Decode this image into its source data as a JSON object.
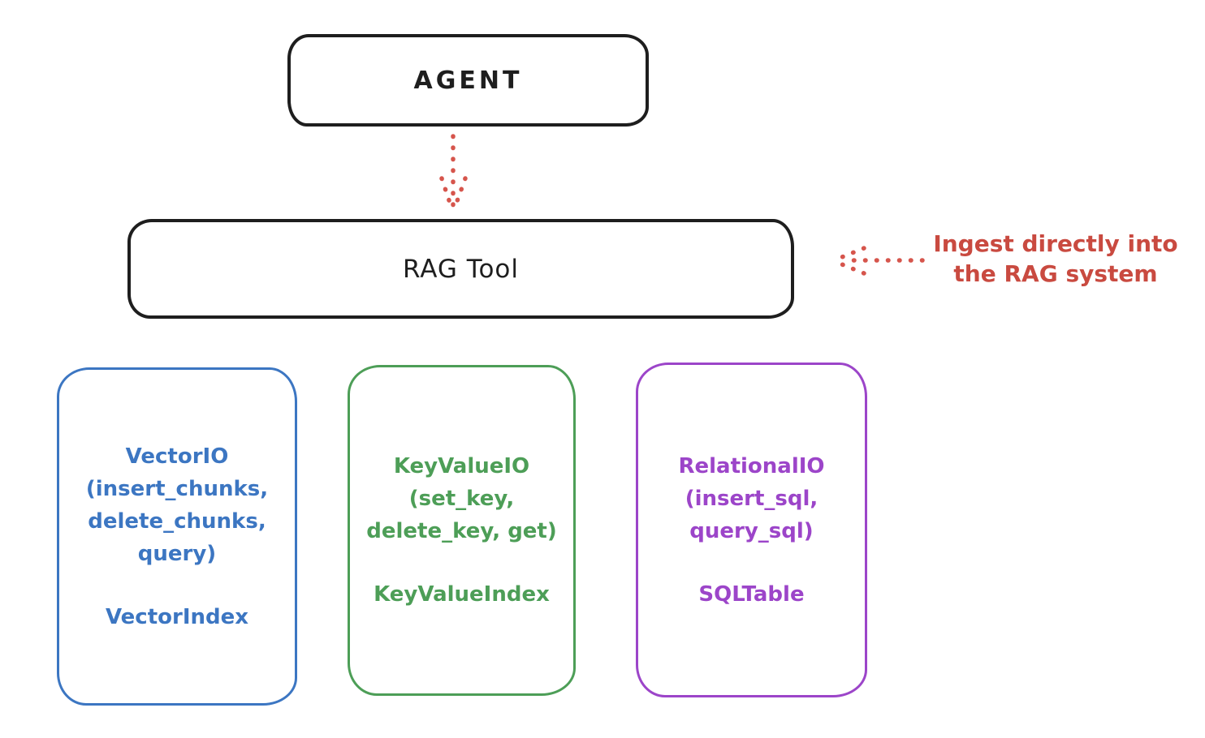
{
  "agent_box": {
    "label": "AGENT"
  },
  "rag_tool_box": {
    "label": "RAG Tool"
  },
  "annotation": {
    "line1": "Ingest directly into",
    "line2": "the RAG system"
  },
  "cards": [
    {
      "id": "vector-io",
      "title_lines": [
        "VectorIO",
        "(insert_chunks,",
        "delete_chunks,",
        "query)"
      ],
      "index_label": "VectorIndex"
    },
    {
      "id": "keyvalue-io",
      "title_lines": [
        "KeyValueIO",
        "(set_key,",
        "delete_key, get)"
      ],
      "index_label": "KeyValueIndex"
    },
    {
      "id": "relational-io",
      "title_lines": [
        "RelationalIO",
        "(insert_sql,",
        "query_sql)"
      ],
      "index_label": "SQLTable"
    }
  ],
  "colors": {
    "ink": "#1e1e1e",
    "background": "#ffffff",
    "red_arrow": "#d6554c",
    "red_text": "#c94a40",
    "blue": "#3c76c2",
    "green": "#4d9e57",
    "purple": "#9c45c9"
  }
}
